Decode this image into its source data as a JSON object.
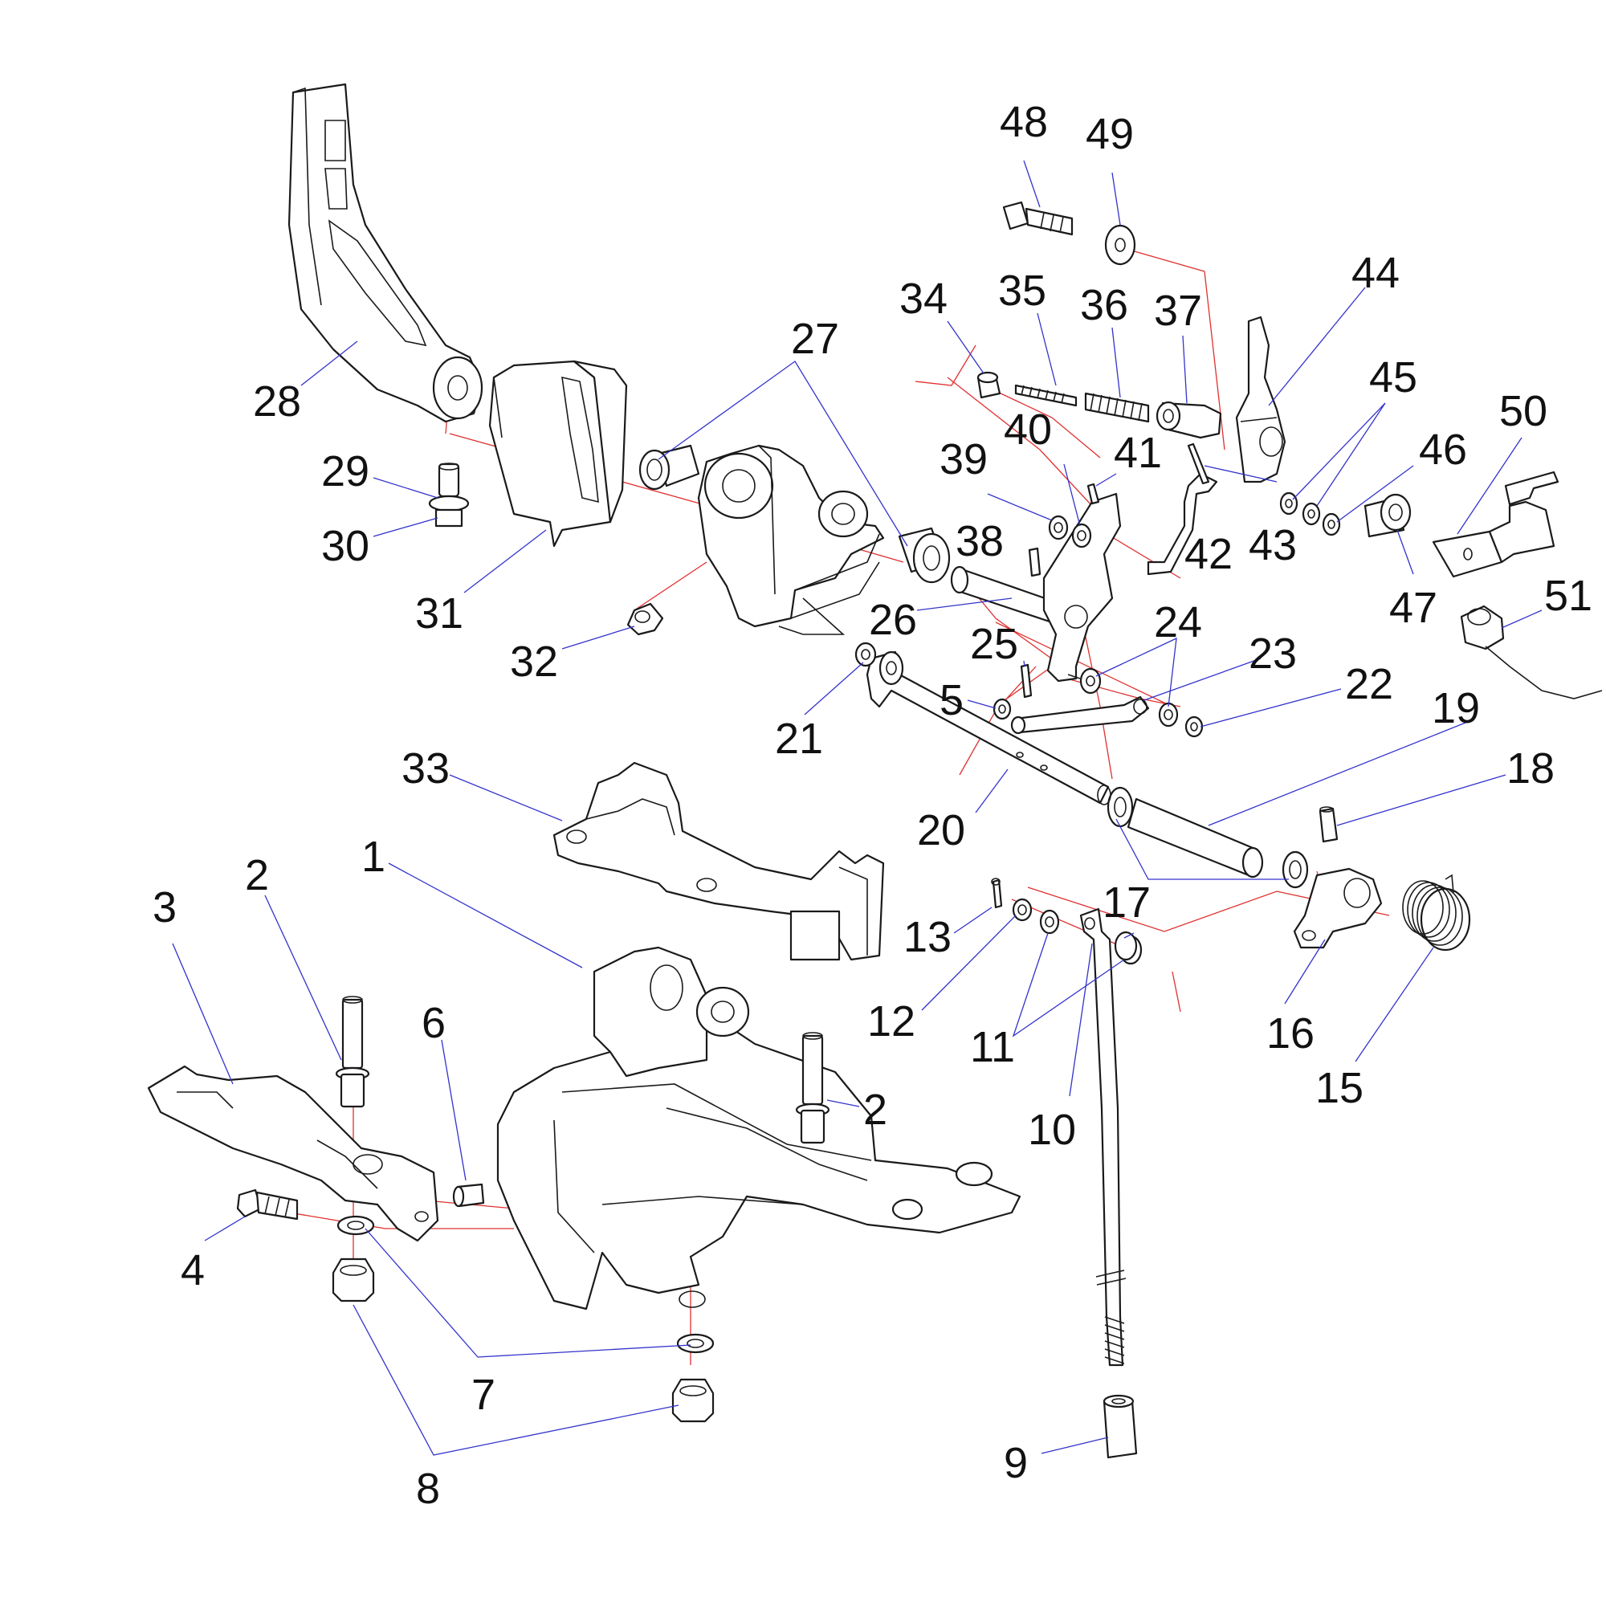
{
  "callouts": [
    "1",
    "2",
    "2",
    "3",
    "4",
    "5",
    "6",
    "7",
    "8",
    "9",
    "10",
    "11",
    "12",
    "13",
    "15",
    "16",
    "17",
    "18",
    "19",
    "20",
    "21",
    "22",
    "23",
    "24",
    "25",
    "26",
    "27",
    "28",
    "29",
    "30",
    "31",
    "32",
    "33",
    "34",
    "35",
    "36",
    "37",
    "38",
    "39",
    "40",
    "41",
    "42",
    "43",
    "44",
    "45",
    "46",
    "47",
    "48",
    "49",
    "50",
    "51"
  ],
  "colors": {
    "leader": "#3333cc",
    "axis": "#e03030",
    "outline": "#1a1a1a"
  }
}
